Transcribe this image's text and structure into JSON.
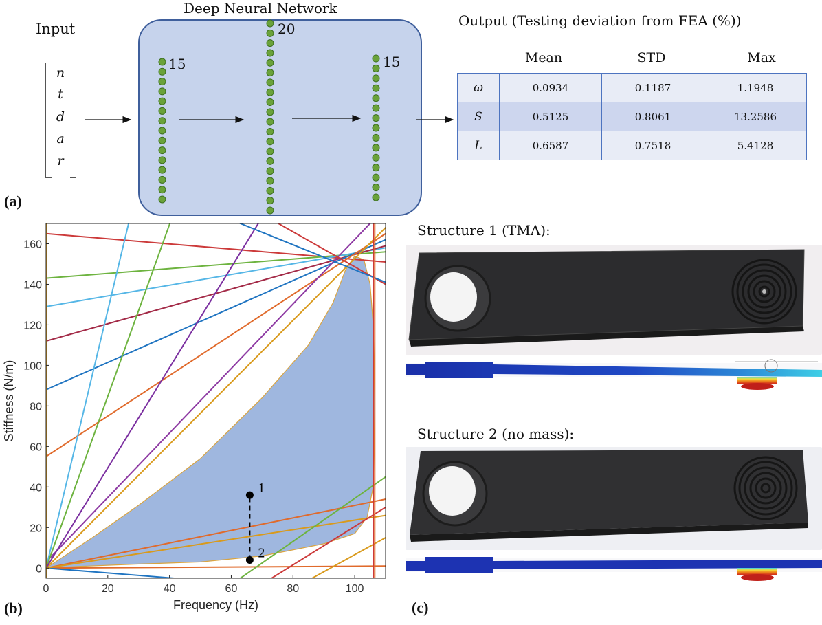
{
  "panel_a": {
    "label": "(a)",
    "input_label": "Input",
    "input_vars": [
      "n",
      "t",
      "d",
      "a",
      "r"
    ],
    "dnn_title": "Deep Neural Network",
    "layers": [
      {
        "neurons": 15,
        "label": "15"
      },
      {
        "neurons": 20,
        "label": "20"
      },
      {
        "neurons": 15,
        "label": "15"
      }
    ],
    "output_title": "Output (Testing deviation from FEA (%))",
    "table": {
      "headers": [
        "Mean",
        "STD",
        "Max"
      ],
      "rows": [
        {
          "label": "ω",
          "values": [
            "0.0934",
            "0.1187",
            "1.1948"
          ]
        },
        {
          "label": "S",
          "values": [
            "0.5125",
            "0.8061",
            "13.2586"
          ]
        },
        {
          "label": "L",
          "values": [
            "0.6587",
            "0.7518",
            "5.4128"
          ]
        }
      ]
    },
    "colors": {
      "network_fill": "#c6d3ec",
      "network_border": "#3f5f9c",
      "neuron": "#6aa23a",
      "table_border": "#4d74c0"
    }
  },
  "panel_b": {
    "label": "(b)"
  },
  "chart_data": {
    "type": "line",
    "xlabel": "Frequency (Hz)",
    "ylabel": "Stiffness (N/m)",
    "xlim": [
      0,
      110
    ],
    "ylim": [
      -5,
      170
    ],
    "xticks": [
      0,
      20,
      40,
      60,
      80,
      100
    ],
    "yticks": [
      0,
      20,
      40,
      60,
      80,
      100,
      120,
      140,
      160
    ],
    "region_color": "#9fb7df",
    "region": [
      [
        0,
        0
      ],
      [
        15,
        15
      ],
      [
        30,
        31
      ],
      [
        50,
        54
      ],
      [
        70,
        84
      ],
      [
        85,
        110
      ],
      [
        93,
        131
      ],
      [
        97,
        147
      ],
      [
        100,
        154
      ],
      [
        103,
        152
      ],
      [
        105,
        140
      ],
      [
        106,
        120
      ],
      [
        106.5,
        80
      ],
      [
        106,
        40
      ],
      [
        104,
        25
      ],
      [
        100,
        17
      ],
      [
        90,
        12
      ],
      [
        70,
        6
      ],
      [
        50,
        3
      ],
      [
        30,
        2
      ],
      [
        10,
        0.8
      ],
      [
        0,
        0
      ]
    ],
    "constraint_lines": [
      {
        "color": "#cc3a3a",
        "points": [
          [
            0,
            165
          ],
          [
            110,
            151
          ]
        ]
      },
      {
        "color": "#6db33f",
        "points": [
          [
            0,
            143
          ],
          [
            110,
            156
          ]
        ]
      },
      {
        "color": "#55b6e6",
        "points": [
          [
            0,
            129
          ],
          [
            110,
            158
          ]
        ]
      },
      {
        "color": "#a32a47",
        "points": [
          [
            0,
            112
          ],
          [
            110,
            159
          ]
        ]
      },
      {
        "color": "#1f74c1",
        "points": [
          [
            0,
            88
          ],
          [
            110,
            162
          ]
        ]
      },
      {
        "color": "#e06a2b",
        "points": [
          [
            0,
            55
          ],
          [
            110,
            165
          ]
        ]
      },
      {
        "color": "#8e3aa3",
        "points": [
          [
            0,
            3
          ],
          [
            110,
            178
          ]
        ]
      },
      {
        "color": "#d99a1c",
        "points": [
          [
            0,
            0
          ],
          [
            110,
            168
          ]
        ]
      },
      {
        "color": "#55b6e6",
        "points": [
          [
            0,
            0
          ],
          [
            28,
            178
          ]
        ]
      },
      {
        "color": "#6db33f",
        "points": [
          [
            0,
            0
          ],
          [
            42,
            178
          ]
        ]
      },
      {
        "color": "#7b2fa0",
        "points": [
          [
            0,
            0
          ],
          [
            72,
            178
          ]
        ]
      },
      {
        "color": "#e06a2b",
        "points": [
          [
            0,
            0
          ],
          [
            110,
            1
          ]
        ]
      },
      {
        "color": "#1f74c1",
        "points": [
          [
            0,
            0
          ],
          [
            50,
            -6
          ]
        ]
      },
      {
        "color": "#e06a2b",
        "points": [
          [
            0,
            0
          ],
          [
            110,
            34
          ]
        ]
      },
      {
        "color": "#d99a1c",
        "points": [
          [
            0,
            0
          ],
          [
            110,
            26
          ]
        ]
      },
      {
        "color": "#cc3a3a",
        "points": [
          [
            66,
            178
          ],
          [
            110,
            140
          ]
        ]
      },
      {
        "color": "#1f74c1",
        "points": [
          [
            50,
            178
          ],
          [
            110,
            141
          ]
        ]
      },
      {
        "color": "#6db33f",
        "points": [
          [
            62,
            -6
          ],
          [
            110,
            45
          ]
        ]
      },
      {
        "color": "#cc3a3a",
        "points": [
          [
            72,
            -6
          ],
          [
            110,
            30
          ]
        ]
      },
      {
        "color": "#d99a1c",
        "points": [
          [
            85,
            -6
          ],
          [
            110,
            15
          ]
        ]
      },
      {
        "color": "#e06a2b",
        "points": [
          [
            106.5,
            -6
          ],
          [
            106.5,
            178
          ]
        ]
      },
      {
        "color": "#cc3a3a",
        "points": [
          [
            106,
            -6
          ],
          [
            106,
            178
          ]
        ]
      },
      {
        "color": "#d99a1c",
        "points": [
          [
            0.2,
            -6
          ],
          [
            0.2,
            178
          ]
        ]
      }
    ],
    "points": [
      {
        "label": "1",
        "x": 66,
        "y": 36
      },
      {
        "label": "2",
        "x": 66,
        "y": 4
      }
    ],
    "dashed_segment": [
      [
        66,
        4
      ],
      [
        66,
        36
      ]
    ]
  },
  "panel_c": {
    "label": "(c)",
    "structure1_caption": "Structure 1 (TMA):",
    "structure2_caption": "Structure 2 (no mass):"
  }
}
